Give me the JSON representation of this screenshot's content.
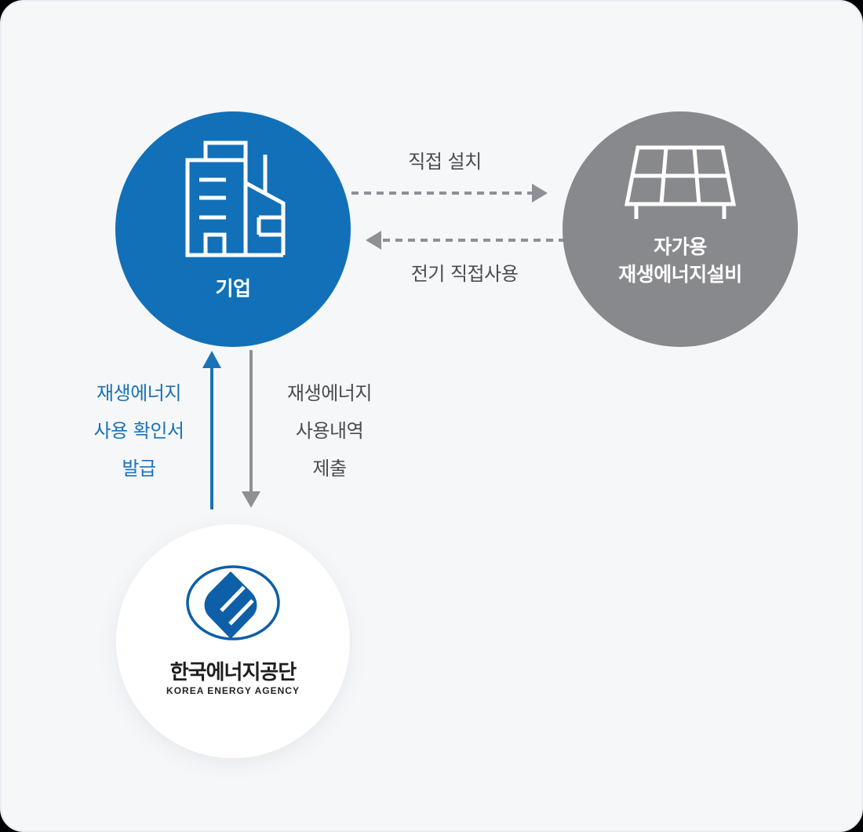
{
  "diagram": {
    "colors": {
      "background": "#f5f7f9",
      "company": "#1170b8",
      "facility": "#88898c",
      "agency": "#ffffff",
      "arrow_gray": "#8f9096",
      "arrow_blue": "#1a72b8",
      "label_gray": "#4b4c4f",
      "label_blue": "#1a72b8",
      "logo_blue": "#0d5fa8"
    },
    "nodes": {
      "company": {
        "label": "기업",
        "icon": "building-icon"
      },
      "facility": {
        "label_line1": "자가용",
        "label_line2": "재생에너지설비",
        "icon": "solar-panel-icon"
      },
      "agency": {
        "name_ko": "한국에너지공단",
        "name_en": "KOREA ENERGY AGENCY",
        "icon": "korea-energy-agency-logo"
      }
    },
    "flows": {
      "install": {
        "label": "직접 설치",
        "from": "company",
        "to": "facility",
        "style": "dashed"
      },
      "use": {
        "label": "전기 직접사용",
        "from": "facility",
        "to": "company",
        "style": "dashed"
      },
      "certificate": {
        "line1": "재생에너지",
        "line2": "사용 확인서",
        "line3": "발급",
        "from": "agency",
        "to": "company",
        "style": "solid"
      },
      "submit": {
        "line1": "재생에너지",
        "line2": "사용내역",
        "line3": "제출",
        "from": "company",
        "to": "agency",
        "style": "solid"
      }
    }
  }
}
